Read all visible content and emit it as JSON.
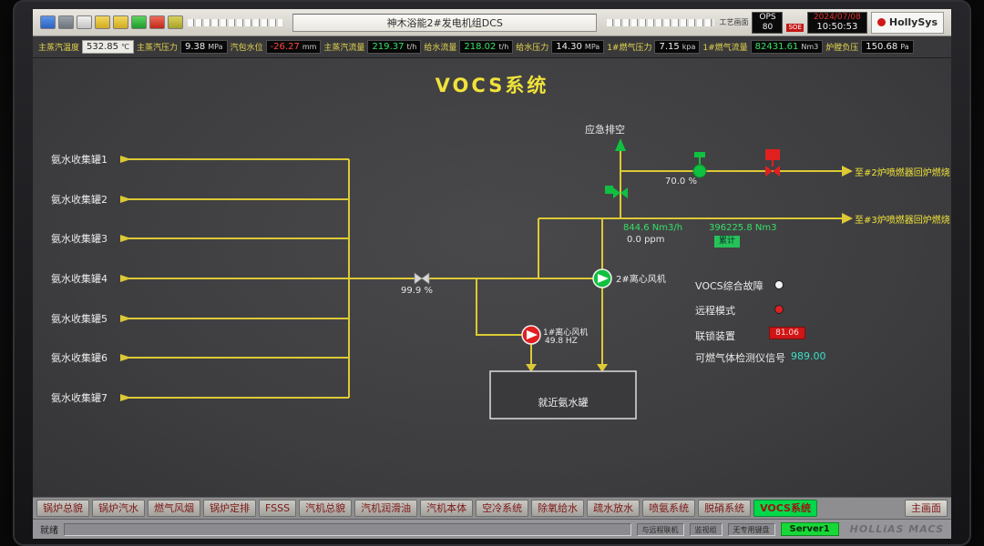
{
  "colors": {
    "pipe_yellow": "#ddc935",
    "run_green": "#10c040",
    "alarm_red": "#e02020",
    "value_green": "#35e065",
    "cyan_value": "#3ae0c8",
    "title_yellow": "#f0e23a",
    "active_tab_green": "#00d84a"
  },
  "titlebar": {
    "title": "神木浴能2#发电机组DCS",
    "screen_label": "工艺画面",
    "ops_label": "OPS",
    "ops_value": "80",
    "soe_label": "SOE",
    "date": "2024/07/08",
    "time": "10:50:53",
    "brand": "HollySys",
    "toolbar_icons": [
      "monitor-icon",
      "save-icon",
      "printer-icon",
      "folder-icon",
      "folder2-icon",
      "refresh-icon",
      "alarm-icon",
      "tools-icon"
    ]
  },
  "status_row": {
    "items": [
      {
        "label": "主蒸汽温度",
        "value": "532.85",
        "unit": "℃",
        "color": "#222222"
      },
      {
        "label": "主蒸汽压力",
        "value": "9.38",
        "unit": "MPa",
        "color": "#f0f0f0"
      },
      {
        "label": "汽包水位",
        "value": "-26.27",
        "unit": "mm",
        "color": "#ff4545"
      },
      {
        "label": "主蒸汽流量",
        "value": "219.37",
        "unit": "t/h",
        "color": "#35e065"
      },
      {
        "label": "给水流量",
        "value": "218.02",
        "unit": "t/h",
        "color": "#35e065"
      },
      {
        "label": "给水压力",
        "value": "14.30",
        "unit": "MPa",
        "color": "#f0f0f0"
      },
      {
        "label": "1#燃气压力",
        "value": "7.15",
        "unit": "kpa",
        "color": "#f0f0f0"
      },
      {
        "label": "1#燃气流量",
        "value": "82431.61",
        "unit": "Nm3",
        "color": "#35e065"
      },
      {
        "label": "炉膛负压",
        "value": "150.68",
        "unit": "Pa",
        "color": "#f0f0f0"
      }
    ]
  },
  "diagram": {
    "title": "VOCS系统",
    "tanks": [
      "氨水收集罐1",
      "氨水收集罐2",
      "氨水收集罐3",
      "氨水收集罐4",
      "氨水收集罐5",
      "氨水收集罐6",
      "氨水收集罐7"
    ],
    "vent_label": "应急排空",
    "valve_main_pct": "99.9 %",
    "valve_vent_pct": "70.0 %",
    "flow_rate": "844.6 Nm3/h",
    "concentration": "0.0 ppm",
    "total_flow": "396225.8 Nm3",
    "total_label": "累计",
    "fan1_label": "1#离心风机",
    "fan1_freq": "49.8 HZ",
    "fan2_label": "2#离心风机",
    "dest_burner2": "至#2炉喷燃器回炉燃烧",
    "dest_burner3": "至#3炉喷燃器回炉燃烧",
    "near_tank_label": "就近氨水罐",
    "panel": {
      "fault_label": "VOCS综合故障",
      "remote_label": "远程模式",
      "interlock_label": "联锁装置",
      "interlock_value": "81.06",
      "detector_label": "可燃气体检测仪信号",
      "detector_value": "989.00"
    }
  },
  "tabs": {
    "items": [
      "锅炉总貌",
      "锅炉汽水",
      "燃气风烟",
      "锅炉定排",
      "FSSS",
      "汽机总貌",
      "汽机润滑油",
      "汽机本体",
      "空冷系统",
      "除氧给水",
      "疏水放水",
      "喷氨系统",
      "脱硝系统",
      "VOCS系统"
    ],
    "active": "VOCS系统",
    "home": "主画面"
  },
  "statusbar": {
    "ready": "就绪",
    "link": "与远程联机",
    "group": "监视组",
    "keyboard": "无专用键盘",
    "server": "Server1",
    "brand": "HOLLiAS MACS"
  }
}
